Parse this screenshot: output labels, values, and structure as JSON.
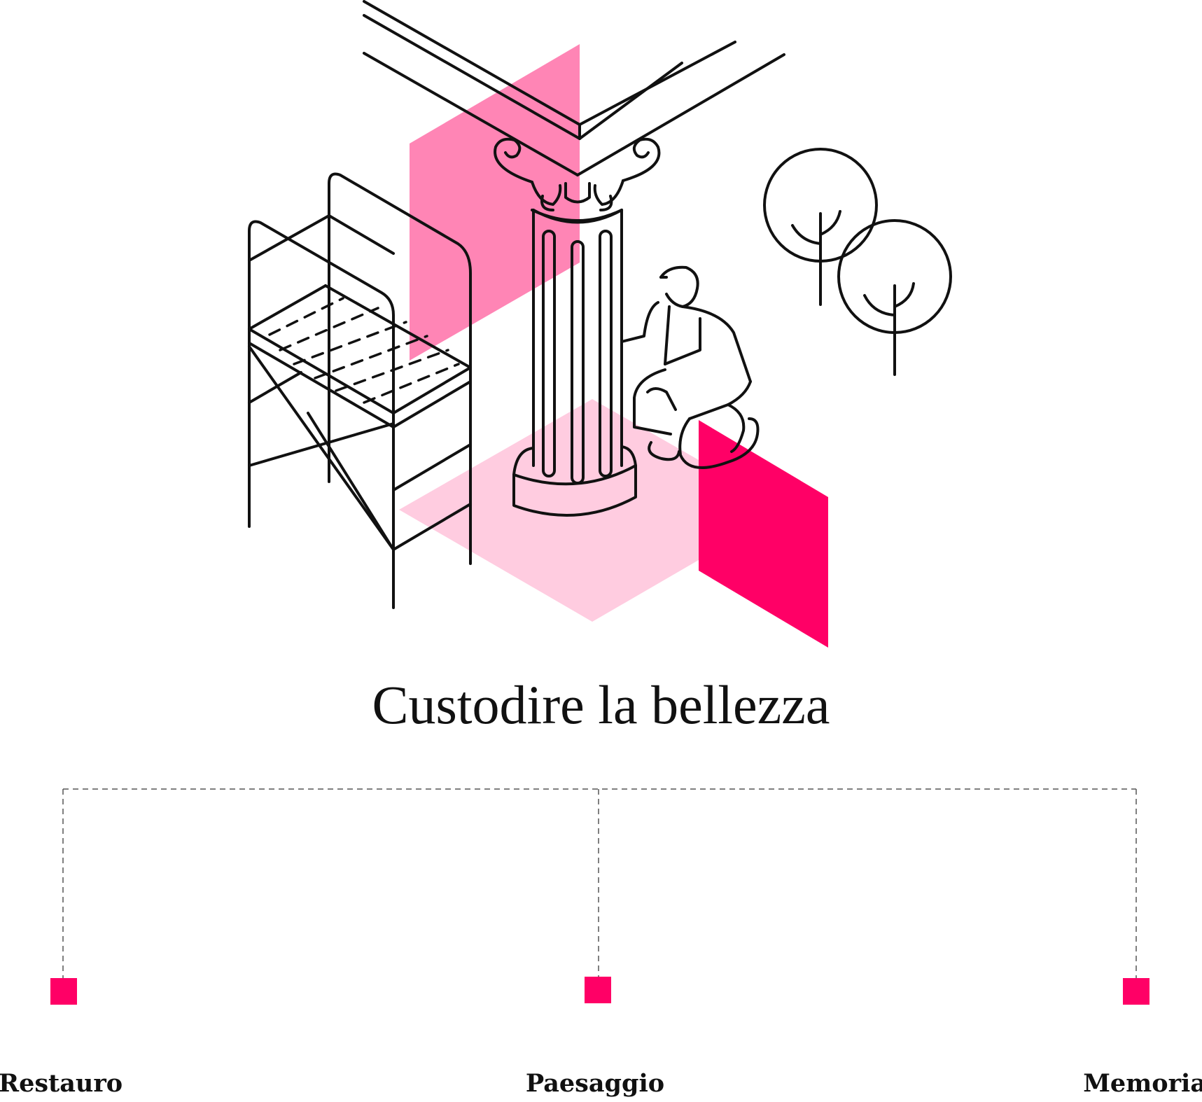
{
  "title": "Custodire la bellezza",
  "nodes": [
    {
      "label": "Restauro"
    },
    {
      "label": "Paesaggio"
    },
    {
      "label": "Memoria"
    }
  ],
  "colors": {
    "accent": "#FF0066",
    "pink_mid": "#FF85B5",
    "pink_light": "#FFCCE0",
    "line": "#111111"
  },
  "illustration": {
    "subjects": [
      "scaffold-icon",
      "corinthian-column-icon",
      "restorer-figure-icon",
      "tree-icon",
      "tree-icon"
    ]
  }
}
